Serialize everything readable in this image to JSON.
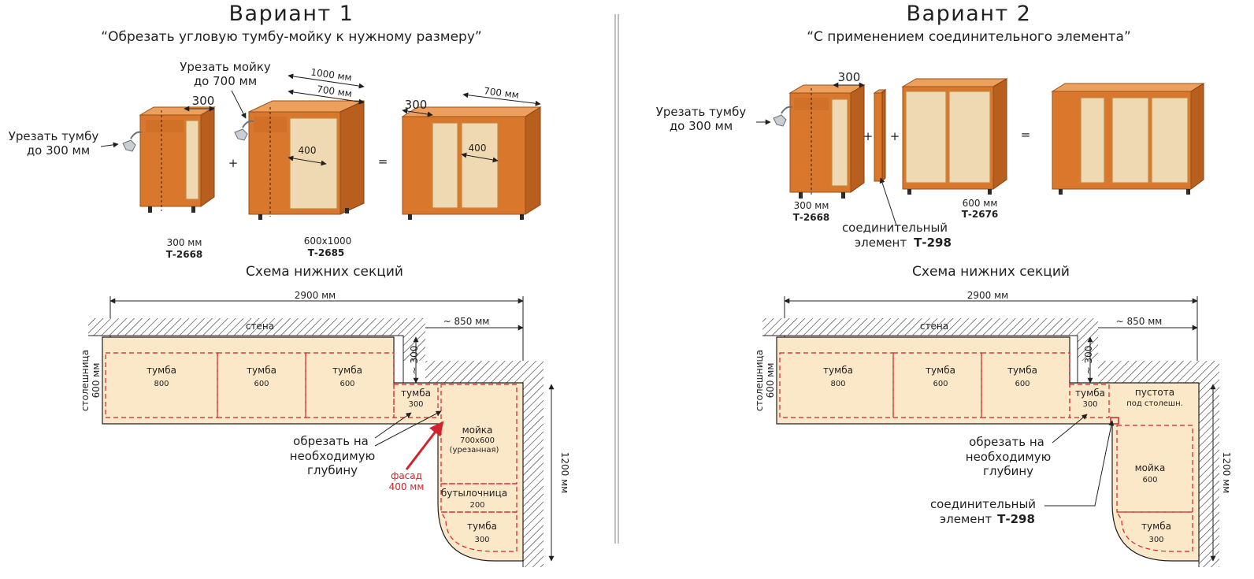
{
  "variant1": {
    "title": "Вариант 1",
    "subtitle": "“Обрезать угловую тумбу-мойку к нужному размеру”",
    "note_cut_sink_l1": "Урезать мойку",
    "note_cut_sink_l2": "до 700 мм",
    "note_cut_cab_l1": "Урезать тумбу",
    "note_cut_cab_l2": "до 300 мм",
    "dim_300": "300",
    "dim_1000": "1000 мм",
    "dim_700": "700 мм",
    "dim_400": "400",
    "dim_300b": "300",
    "dim_700b": "700 мм",
    "dim_400b": "400",
    "plus": "+",
    "equals": "=",
    "cab1_size": "300 мм",
    "cab1_code": "Т-2668",
    "cab2_size": "600x1000",
    "cab2_code": "Т-2685",
    "scheme_title": "Схема  нижних секций",
    "scheme": {
      "overall": "2900 мм",
      "wall": "стена",
      "approx850": "~ 850 мм",
      "countertop_l1": "столешница",
      "countertop_l2": "600 мм",
      "approx300": "~ 300",
      "dim1200": "1200 мм",
      "cab_a_name": "тумба",
      "cab_a_size": "800",
      "cab_b_name": "тумба",
      "cab_b_size": "600",
      "cab_c_name": "тумба",
      "cab_c_size": "600",
      "cab_d_name": "тумба",
      "cab_d_size": "300",
      "sink_name": "мойка",
      "sink_size": "700x600",
      "sink_note": "(урезанная)",
      "bottle_name": "бутылочница",
      "bottle_size": "200",
      "cab_e_name": "тумба",
      "cab_e_size": "300",
      "cut_l1": "обрезать на",
      "cut_l2": "необходимую",
      "cut_l3": "глубину",
      "facade_l1": "фасад",
      "facade_l2": "400 мм"
    }
  },
  "variant2": {
    "title": "Вариант 2",
    "subtitle": "“С применением соединительного элемента”",
    "note_cut_cab_l1": "Урезать тумбу",
    "note_cut_cab_l2": "до 300 мм",
    "dim_300": "300",
    "plus": "+",
    "plus2": "+",
    "equals": "=",
    "cab1_size": "300 мм",
    "cab1_code": "Т-2668",
    "joint_l1": "соединительный",
    "joint_l2": "элемент",
    "joint_code": "Т-298",
    "cab2_size": "600 мм",
    "cab2_code": "Т-2676",
    "scheme_title": "Схема  нижних секций",
    "scheme": {
      "overall": "2900 мм",
      "wall": "стена",
      "approx850": "~ 850 мм",
      "countertop_l1": "столешница",
      "countertop_l2": "600 мм",
      "approx300": "~ 300",
      "dim1200": "1200 мм",
      "cab_a_name": "тумба",
      "cab_a_size": "800",
      "cab_b_name": "тумба",
      "cab_b_size": "600",
      "cab_c_name": "тумба",
      "cab_c_size": "600",
      "cab_d_name": "тумба",
      "cab_d_size": "300",
      "void_l1": "пустота",
      "void_l2": "под столешн.",
      "sink_name": "мойка",
      "sink_size": "600",
      "cab_e_name": "тумба",
      "cab_e_size": "300",
      "cut_l1": "обрезать на",
      "cut_l2": "необходимую",
      "cut_l3": "глубину",
      "joint_l1": "соединительный",
      "joint_l2": "элемент",
      "joint_code": "Т-298"
    }
  }
}
